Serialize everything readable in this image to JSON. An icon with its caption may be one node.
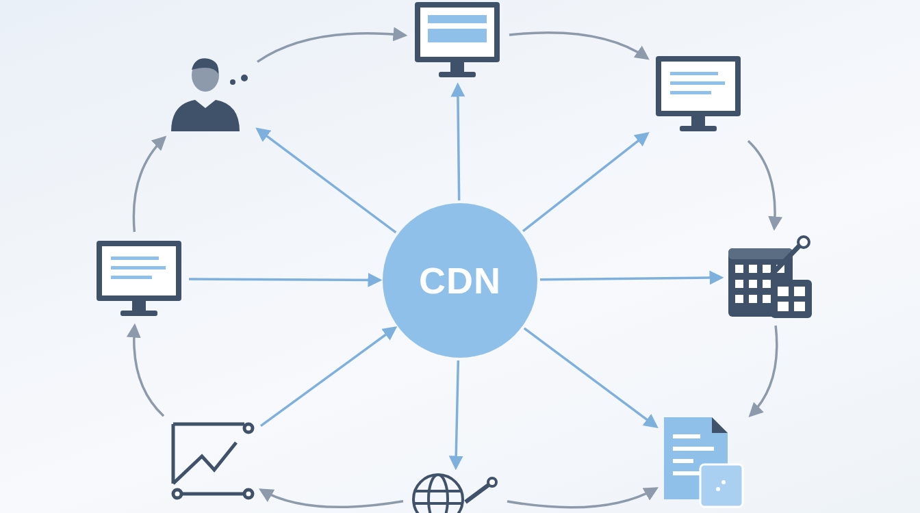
{
  "diagram": {
    "nodes": [
      {
        "text": [
          "CDN"
        ]
      },
      {
        "text": [],
        "shape": "picture"
      },
      {
        "text": [],
        "shape": "picture"
      },
      {
        "text": [],
        "shape": "picture"
      },
      {
        "text": [],
        "shape": "picture"
      },
      {
        "text": [],
        "shape": "picture"
      },
      {
        "text": [],
        "shape": "picture"
      },
      {
        "text": [],
        "shape": "picture"
      },
      {
        "text": [],
        "shape": "picture"
      }
    ],
    "edges": [
      {
        "from": 0,
        "to": 1,
        "arrow": "to"
      },
      {
        "from": 0,
        "to": 2,
        "arrow": "to"
      },
      {
        "from": 0,
        "to": 3,
        "arrow": "to"
      },
      {
        "from": 0,
        "to": 4,
        "arrow": "to"
      },
      {
        "from": 0,
        "to": 5,
        "arrow": "to"
      },
      {
        "from": 6,
        "to": 0,
        "arrow": "to"
      },
      {
        "from": 7,
        "to": 0,
        "arrow": "to"
      },
      {
        "from": 0,
        "to": 8,
        "arrow": "to"
      },
      {
        "from": 8,
        "to": 1,
        "arrow": "to",
        "color": "#8d9aab"
      },
      {
        "from": 1,
        "to": 2,
        "arrow": "to",
        "color": "#8d9aab"
      },
      {
        "from": 2,
        "to": 3,
        "arrow": "to",
        "color": "#8d9aab"
      },
      {
        "from": 3,
        "to": 4,
        "arrow": "to",
        "color": "#8d9aab"
      },
      {
        "from": 5,
        "to": 4,
        "arrow": "to",
        "color": "#8d9aab"
      },
      {
        "from": 5,
        "to": 6,
        "arrow": "to",
        "color": "#8d9aab"
      },
      {
        "from": 6,
        "to": 7,
        "arrow": "to",
        "color": "#8d9aab"
      },
      {
        "from": 7,
        "to": 8,
        "arrow": "to",
        "color": "#8d9aab"
      }
    ]
  }
}
